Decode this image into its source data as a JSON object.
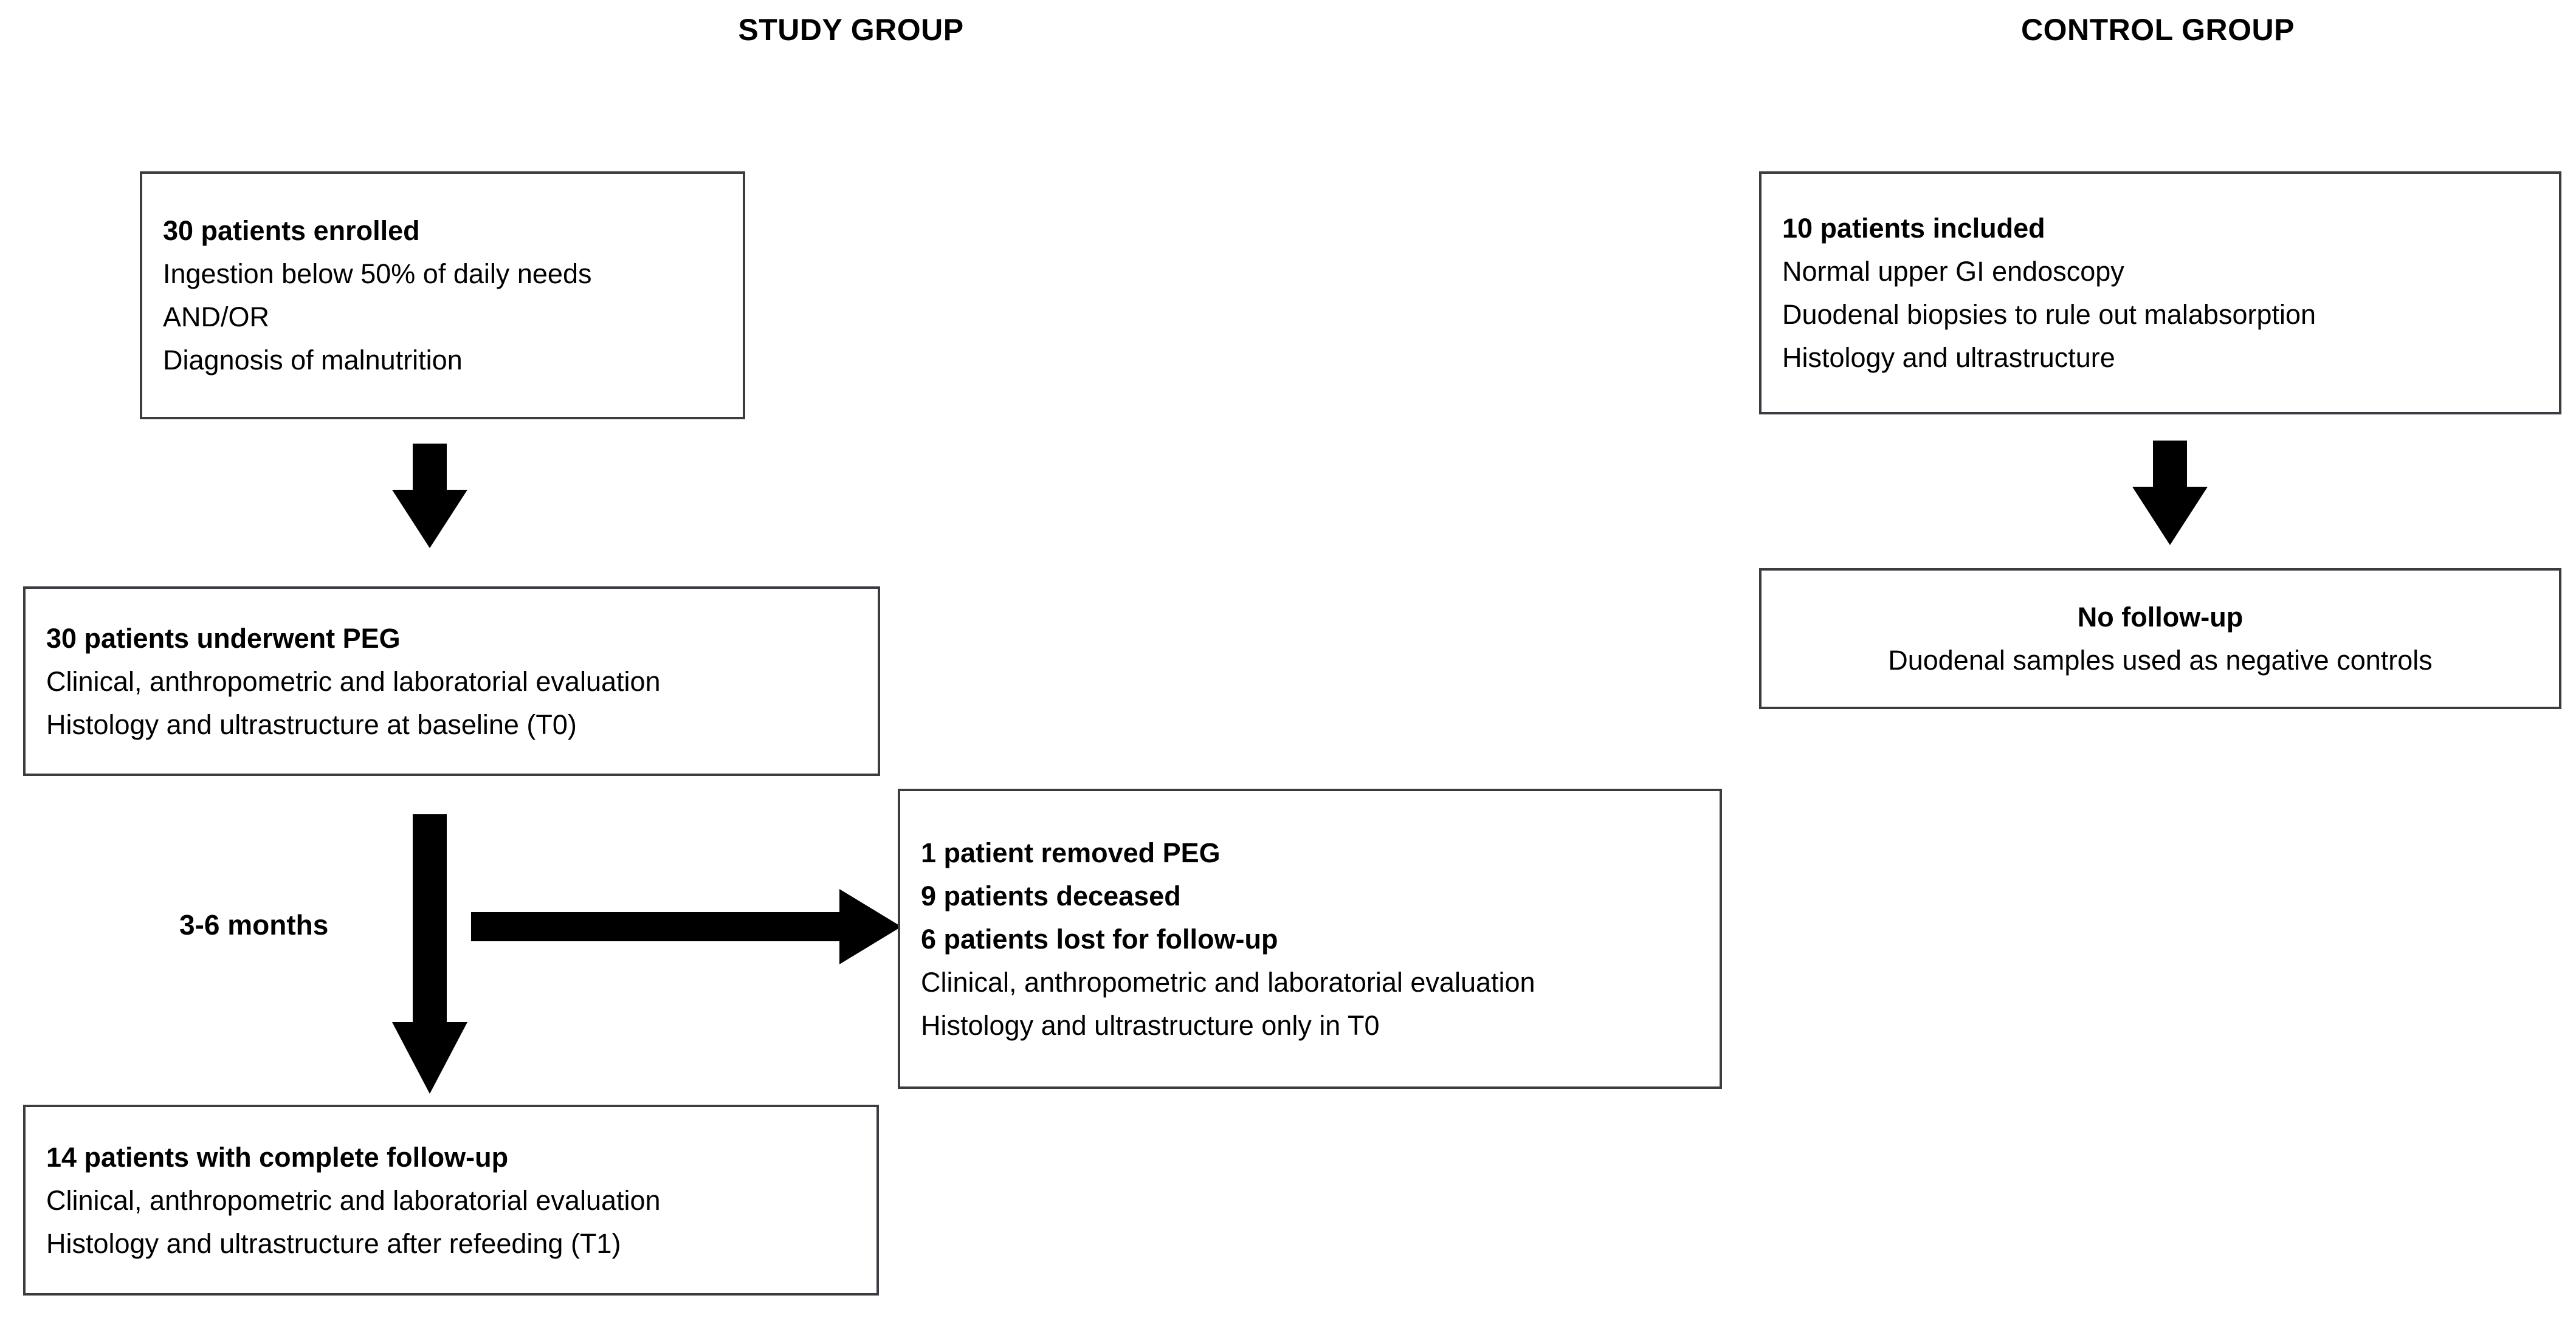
{
  "columns": {
    "study": {
      "title": "STUDY GROUP"
    },
    "control": {
      "title": "CONTROL GROUP"
    }
  },
  "nodes": {
    "enrolled": {
      "heading": "30 patients enrolled",
      "lines": [
        "Ingestion below 50% of daily needs",
        "AND/OR",
        "Diagnosis of malnutrition"
      ]
    },
    "peg": {
      "heading": "30 patients underwent PEG",
      "lines": [
        "Clinical, anthropometric and laboratorial evaluation",
        "Histology and ultrastructure at baseline (T0)"
      ]
    },
    "excluded": {
      "heading1": "1 patient removed PEG",
      "heading2": "9 patients deceased",
      "heading3": "6 patients lost for follow-up",
      "lines": [
        "Clinical, anthropometric and laboratorial evaluation",
        "Histology and ultrastructure only in T0"
      ]
    },
    "complete": {
      "heading": "14 patients with complete follow-up",
      "lines": [
        "Clinical, anthropometric and laboratorial evaluation",
        "Histology and ultrastructure after refeeding (T1)"
      ]
    },
    "control": {
      "heading": "10 patients included",
      "lines": [
        "Normal upper GI endoscopy",
        "Duodenal biopsies to rule out malabsorption",
        "Histology and ultrastructure"
      ]
    },
    "nofollowup": {
      "heading": "No follow-up",
      "lines": [
        "Duodenal samples used as negative controls"
      ]
    }
  },
  "edges": {
    "months_label": "3-6 months"
  },
  "colors": {
    "border": "#3b3b42",
    "text": "#000000",
    "arrow": "#000000",
    "background": "#ffffff"
  }
}
